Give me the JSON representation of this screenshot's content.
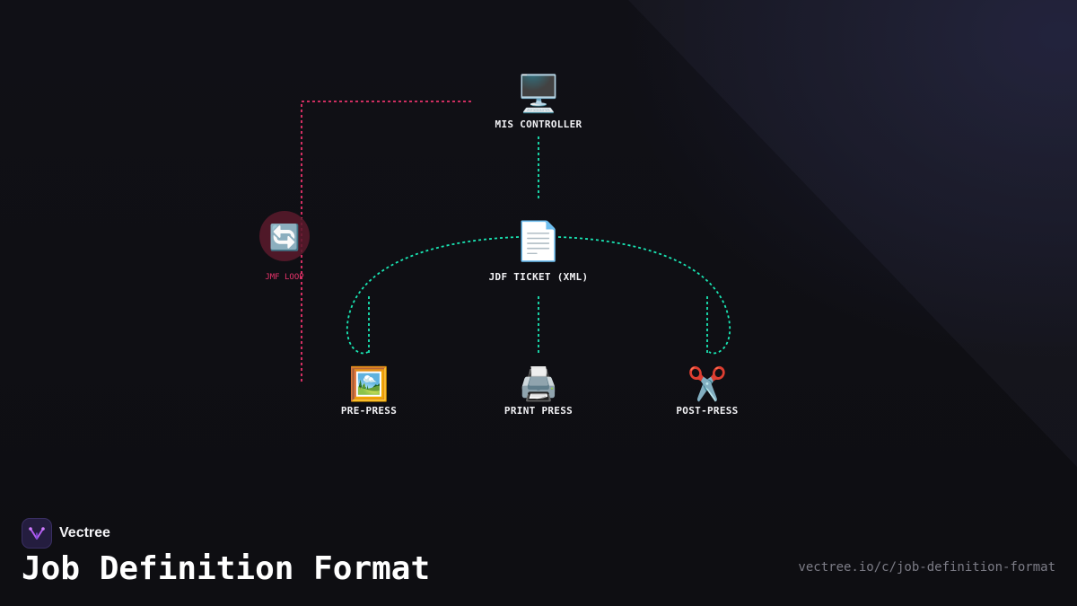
{
  "diagram": {
    "nodes": {
      "mis": {
        "label": "MIS CONTROLLER",
        "icon": "🖥️",
        "icon_name": "desktop-computer-icon"
      },
      "jdf": {
        "label": "JDF TICKET (XML)",
        "icon": "📄",
        "icon_name": "document-icon"
      },
      "prepress": {
        "label": "PRE-PRESS",
        "icon": "🖼️",
        "icon_name": "framed-picture-icon"
      },
      "press": {
        "label": "PRINT PRESS",
        "icon": "🖨️",
        "icon_name": "printer-icon"
      },
      "postpress": {
        "label": "POST-PRESS",
        "icon": "✂️",
        "icon_name": "scissors-icon"
      }
    },
    "loop": {
      "label": "JMF LOOP",
      "icon": "🔄",
      "icon_name": "refresh-arrows-icon"
    },
    "colors": {
      "flow": "#19e6b4",
      "loop": "#e8336b",
      "loop_badge": "#5a1a2c"
    }
  },
  "brand": {
    "name": "Vectree",
    "logo_color": "#b45cf0"
  },
  "title": "Job Definition Format",
  "url": "vectree.io/c/job-definition-format"
}
